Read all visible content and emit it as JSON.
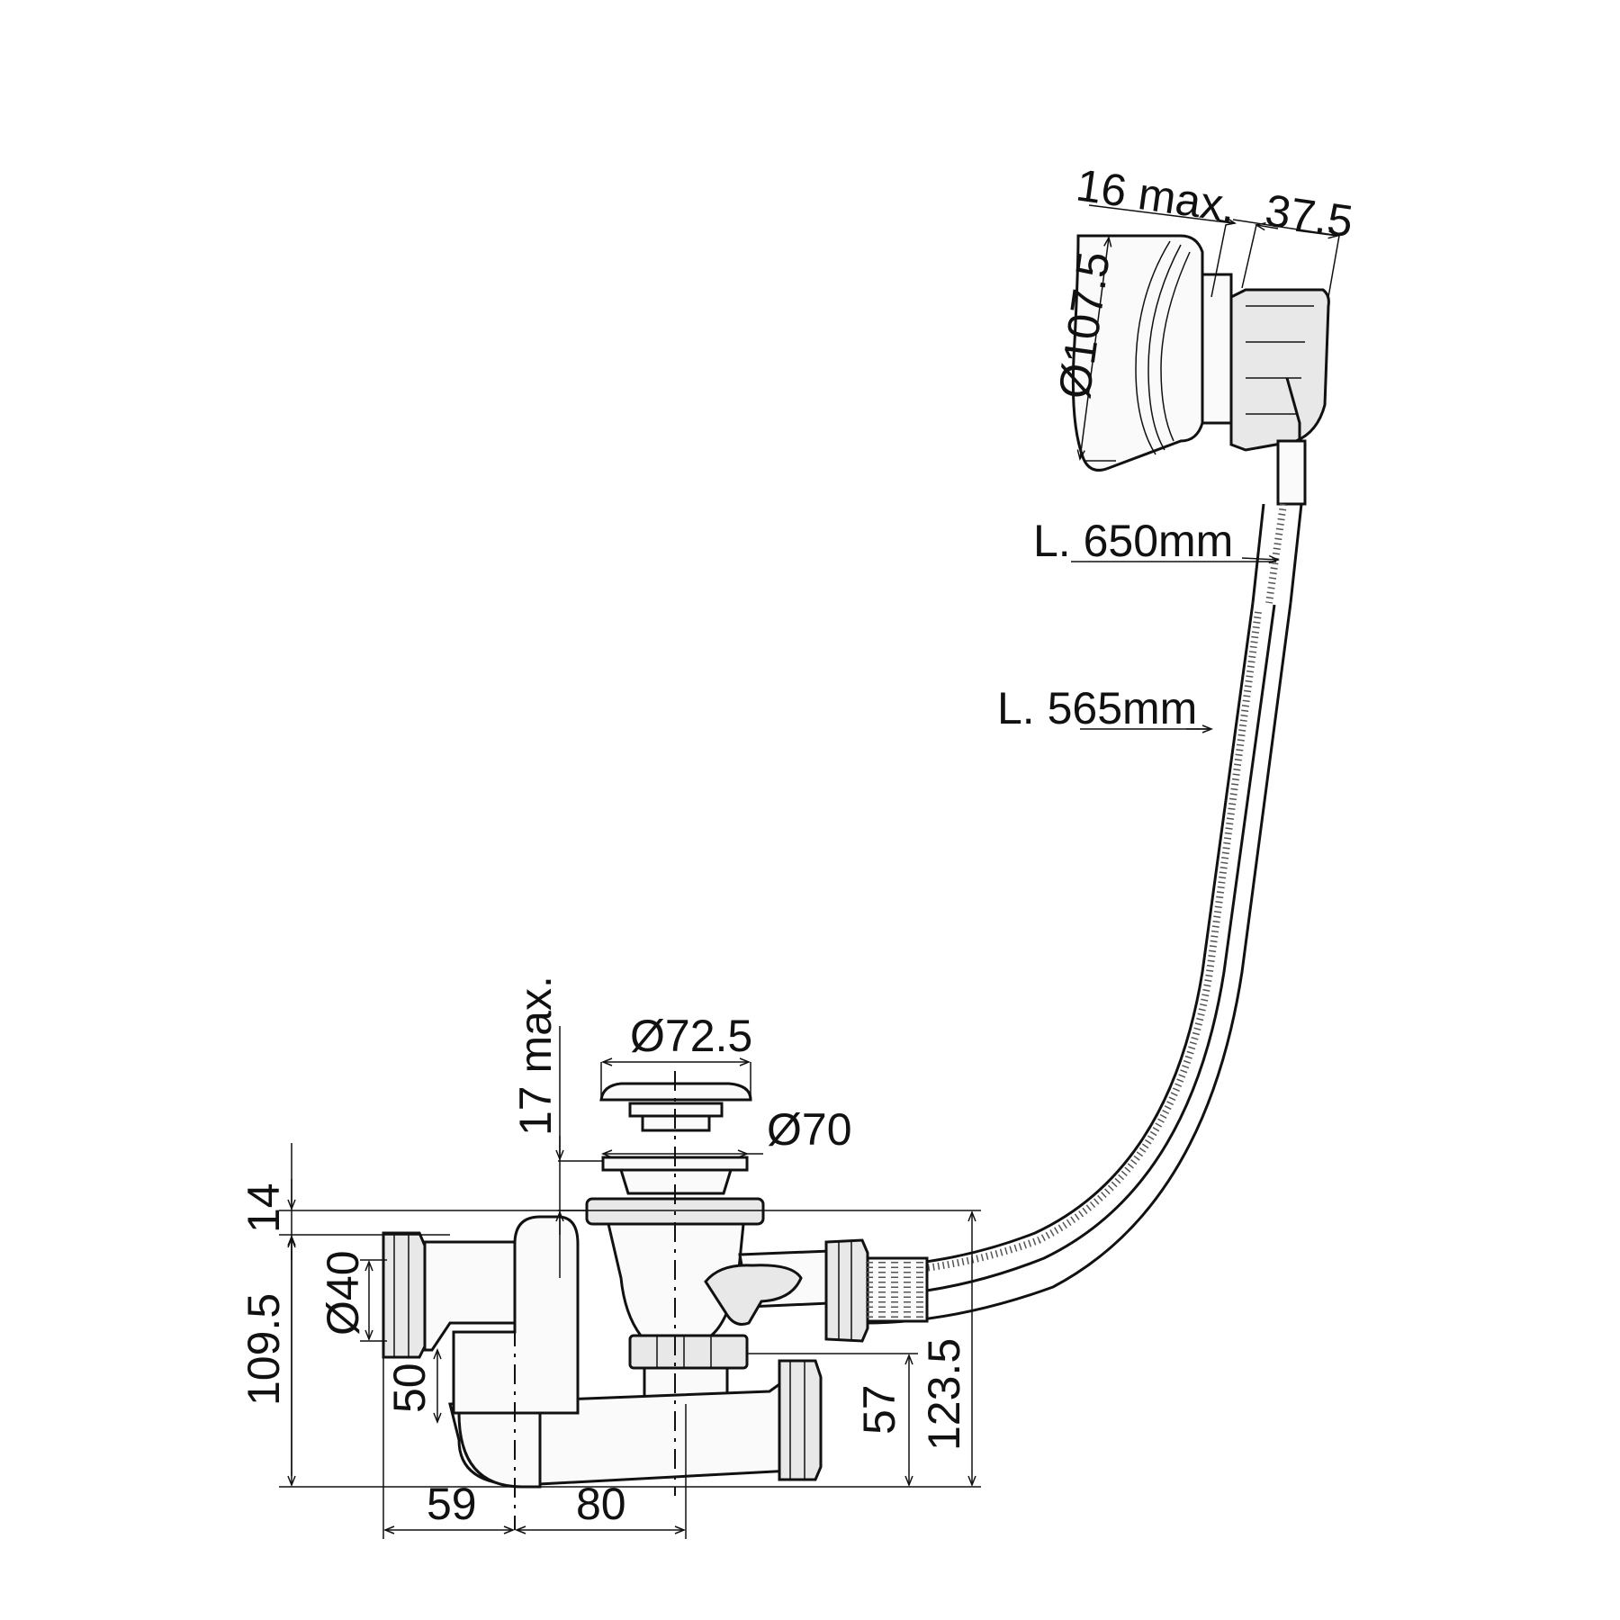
{
  "diagram": {
    "labels": {
      "overflow_depth": "16 max.",
      "overflow_width": "37.5",
      "overflow_diameter": "Ø107.5",
      "cable_length": "L. 650mm",
      "hose_length": "L. 565mm",
      "plug_diameter": "Ø72.5",
      "flange_diameter": "Ø70",
      "waste_depth": "17 max.",
      "flange_height": "14",
      "outlet_diameter": "Ø40",
      "outlet_offset": "50",
      "trap_height": "109.5",
      "left_width": "59",
      "right_width": "80",
      "drain_height": "57",
      "total_height": "123.5"
    }
  }
}
